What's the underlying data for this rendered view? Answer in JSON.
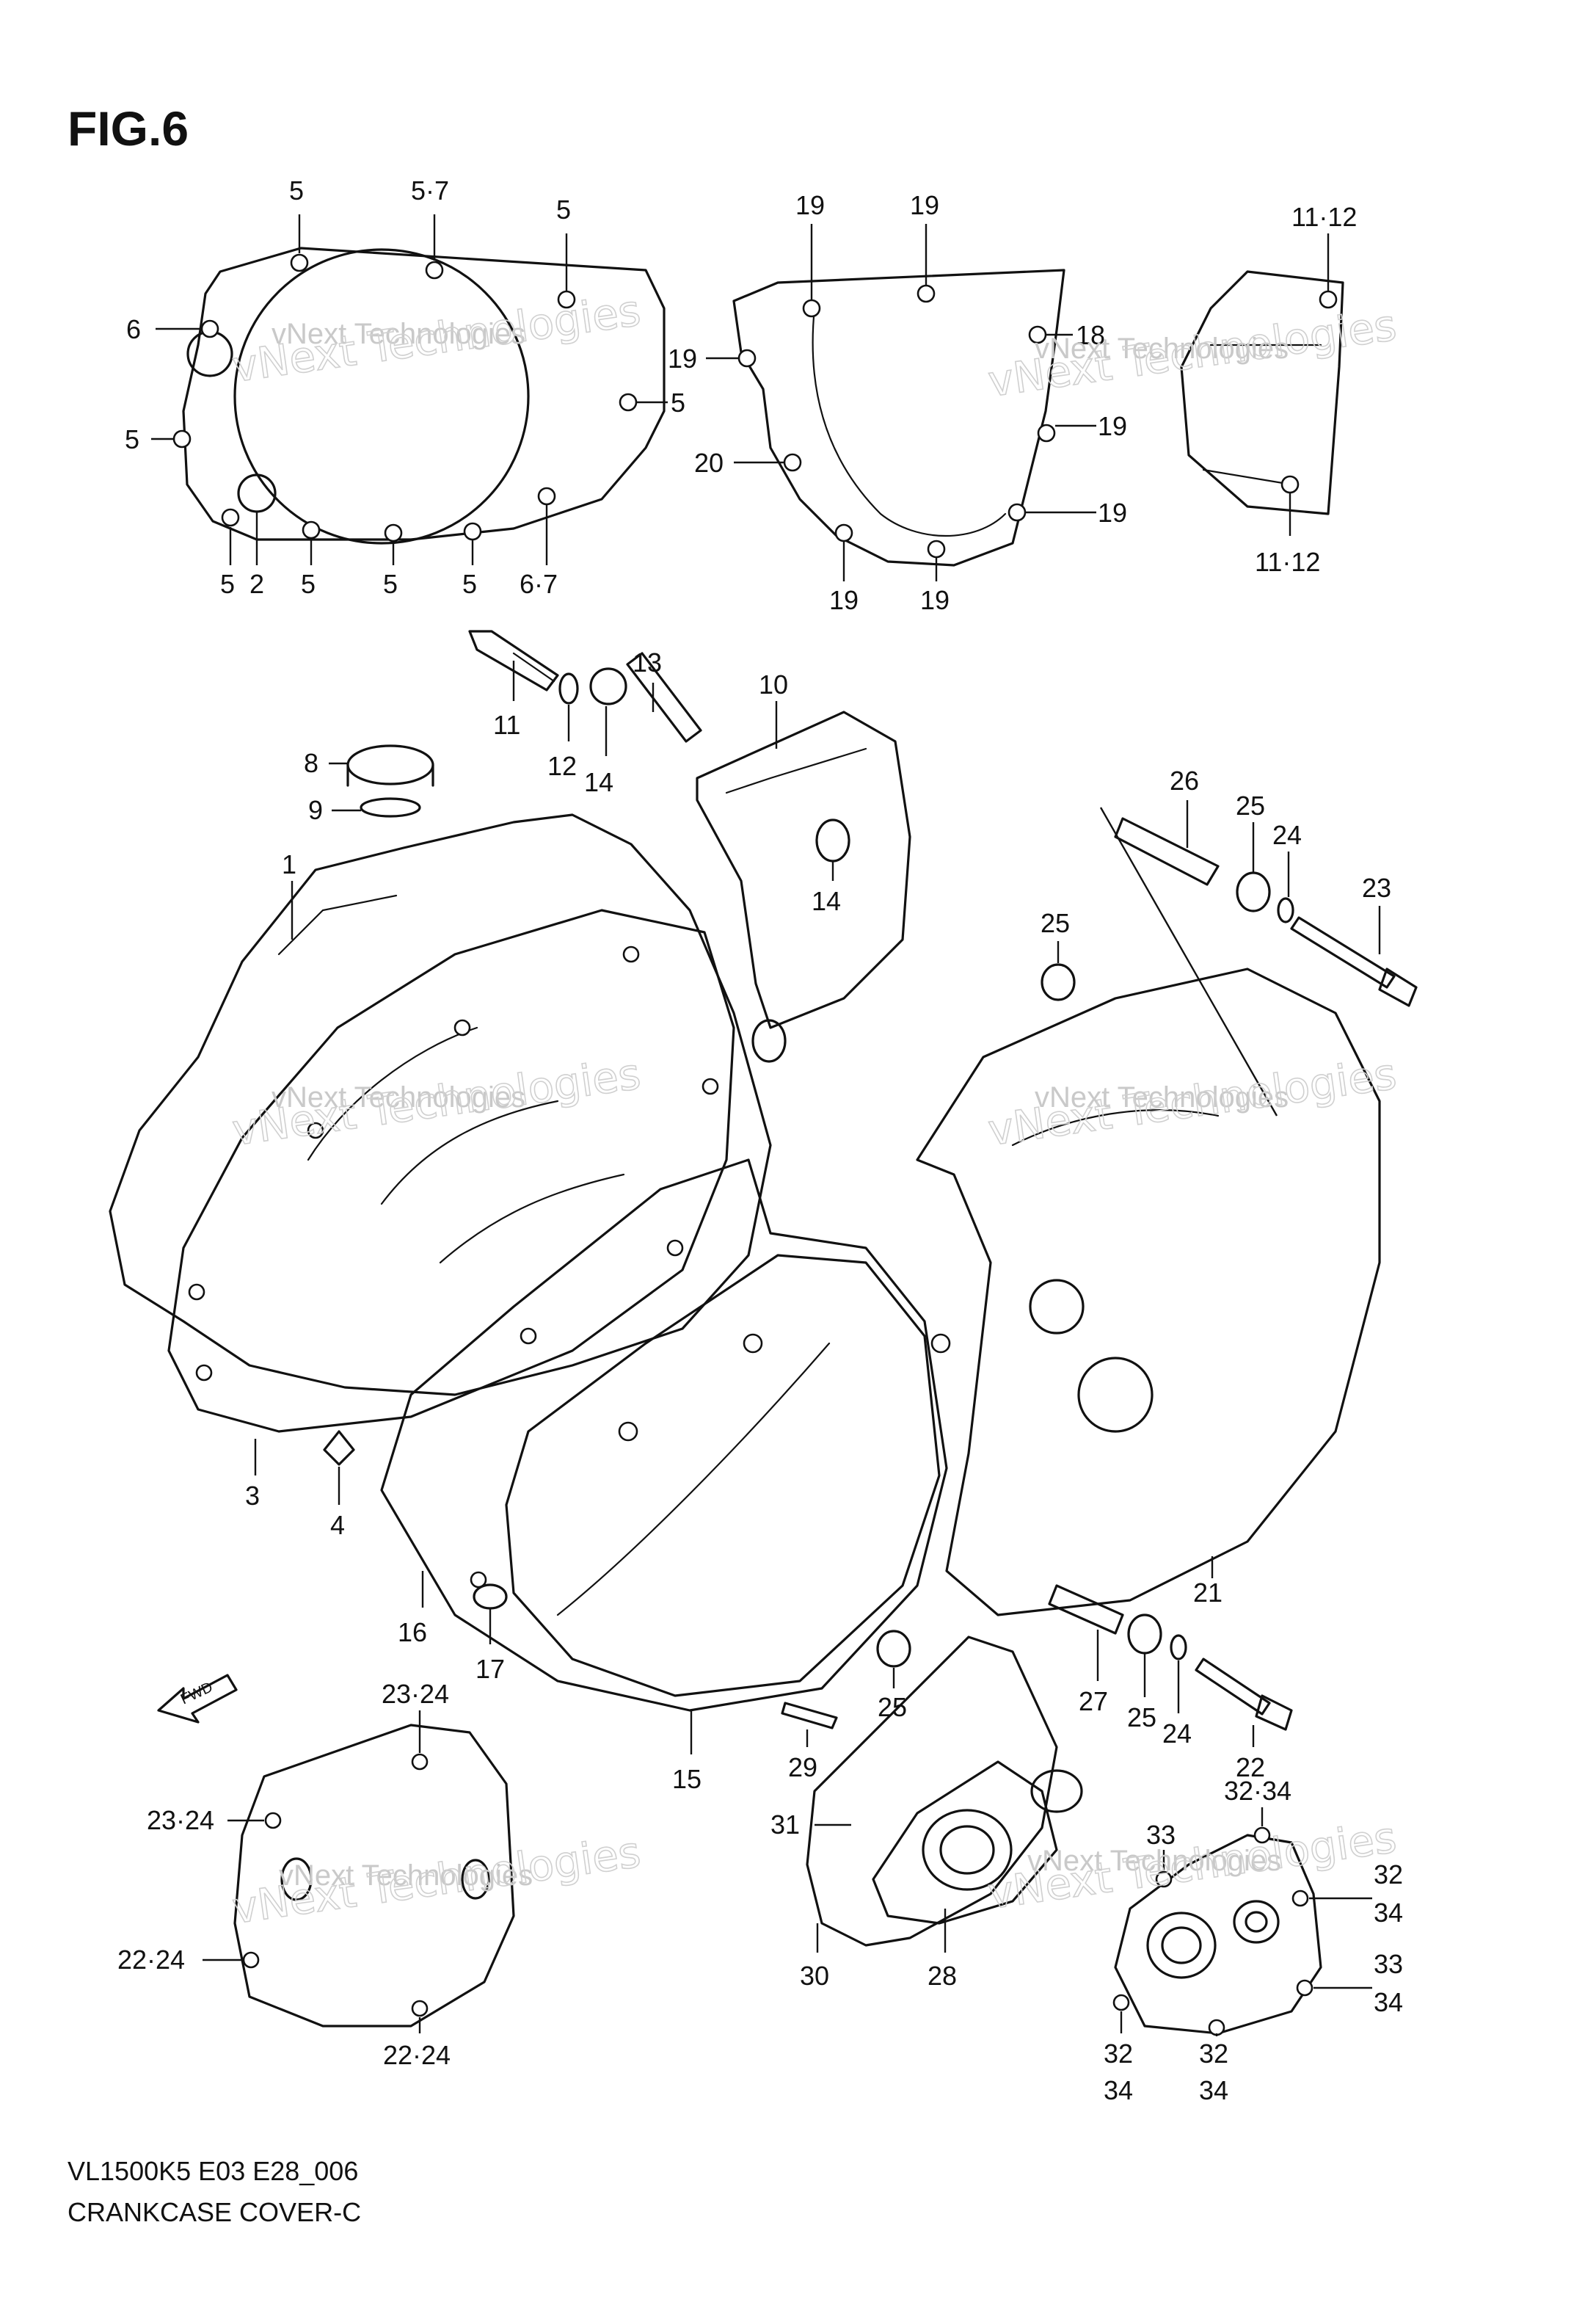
{
  "figure": {
    "title": "FIG.6",
    "footer_code": "VL1500K5 E03 E28_006",
    "footer_name": "CRANKCASE COVER-C",
    "watermark_line1": "vNext Technologies",
    "watermark_line2": "vNext Technologies",
    "fwd_label": "FWD"
  },
  "callouts": {
    "c1": "1",
    "c2": "2",
    "c3": "3",
    "c4": "4",
    "c5a": "5",
    "c5b": "5·7",
    "c5c": "5",
    "c5d": "5",
    "c5e": "5",
    "c5f": "5",
    "c5g": "5",
    "c5h": "5",
    "c5i": "5",
    "c6a": "6",
    "c6b": "6·7",
    "c8": "8",
    "c9": "9",
    "c10": "10",
    "c11": "11",
    "c11_12a": "11·12",
    "c11_12b": "11·12",
    "c12": "12",
    "c13": "13",
    "c14a": "14",
    "c14b": "14",
    "c15": "15",
    "c16": "16",
    "c17": "17",
    "c18": "18",
    "c19a": "19",
    "c19b": "19",
    "c19c": "19",
    "c19d": "19",
    "c19e": "19",
    "c19f": "19",
    "c19g": "19",
    "c20": "20",
    "c21": "21",
    "c22": "22",
    "c23": "23",
    "c24a": "24",
    "c24b": "24",
    "c25a": "25",
    "c25b": "25",
    "c25c": "25",
    "c25d": "25",
    "c26": "26",
    "c27": "27",
    "c28": "28",
    "c29": "29",
    "c30": "30",
    "c31": "31",
    "c22_24a": "22·24",
    "c22_24b": "22·24",
    "c23_24a": "23·24",
    "c23_24b": "23·24",
    "c32_34a": "32·34",
    "c32a": "32",
    "c34a": "34",
    "c33a": "33",
    "c34b": "34",
    "c32b": "32",
    "c34c": "34",
    "c32c": "32",
    "c34d": "34",
    "c33b": "33"
  }
}
